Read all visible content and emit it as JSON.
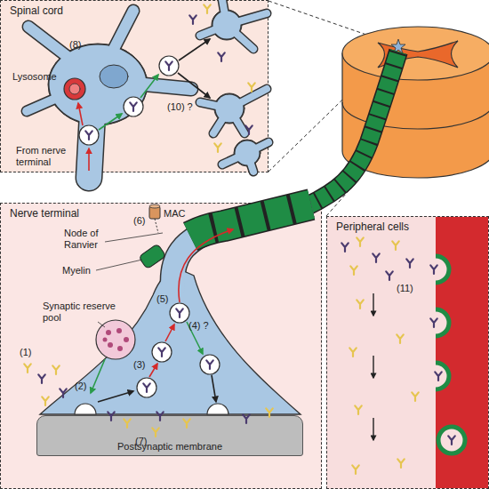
{
  "diagram": {
    "nodes": [
      {
        "text": [
          "Spinal cord"
        ]
      },
      {
        "text": [
          "Nerve terminal"
        ]
      },
      {
        "text": [
          "Postsynaptic membrane"
        ],
        "in": 1
      },
      {
        "text": [
          "Peripheral cells"
        ]
      }
    ],
    "labels": [
      "(8)",
      "Lysosome",
      "(10) ?",
      "From nerve terminal",
      "(6)",
      "MAC",
      "Node of Ranvier",
      "Myelin",
      "Synaptic reserve pool",
      "(1)",
      "(5)",
      "(4) ?",
      "(2)",
      "(3)",
      "(7)",
      "(11)"
    ]
  }
}
